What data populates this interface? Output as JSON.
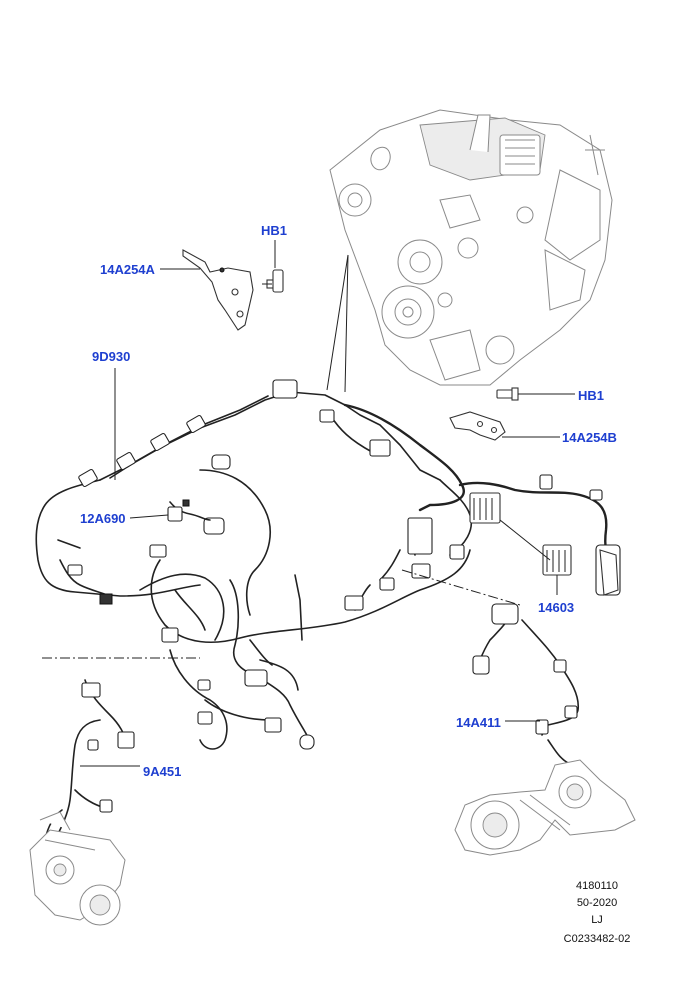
{
  "diagram": {
    "accent_color": "#1e3fd0",
    "callouts": {
      "hb1_top": "HB1",
      "bracket_left": "14A254A",
      "main_harness": "9D930",
      "sensor": "12A690",
      "hb1_right": "HB1",
      "bracket_right": "14A254B",
      "relay_block": "14603",
      "turbo_harness_right": "14A411",
      "turbo_harness_left": "9A451"
    },
    "reference": {
      "line1": "4180110",
      "line2": "50-2020",
      "line3": "LJ",
      "line4": "C0233482-02"
    }
  }
}
